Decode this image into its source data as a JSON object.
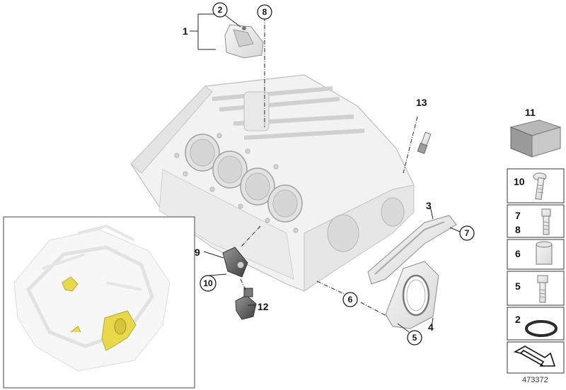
{
  "diagram": {
    "document_number": "473372",
    "callouts": {
      "c1": "1",
      "c2": "2",
      "c3": "3",
      "c4": "4",
      "c5": "5",
      "c6": "6",
      "c7": "7",
      "c8": "8",
      "c9": "9",
      "c10": "10",
      "c11": "11",
      "c12": "12",
      "c13": "13"
    },
    "side_panel": [
      {
        "key": "p10",
        "labels": [
          "10"
        ]
      },
      {
        "key": "p78",
        "labels": [
          "7",
          "8"
        ]
      },
      {
        "key": "p6",
        "labels": [
          "6"
        ]
      },
      {
        "key": "p5",
        "labels": [
          "5"
        ]
      },
      {
        "key": "p2",
        "labels": [
          "2"
        ]
      }
    ],
    "side_panel_top_label": "11",
    "colors": {
      "part_fill": "#efefef",
      "part_stroke": "#9a9a9a",
      "highlight": "#e8d84a",
      "line": "#222222"
    }
  }
}
